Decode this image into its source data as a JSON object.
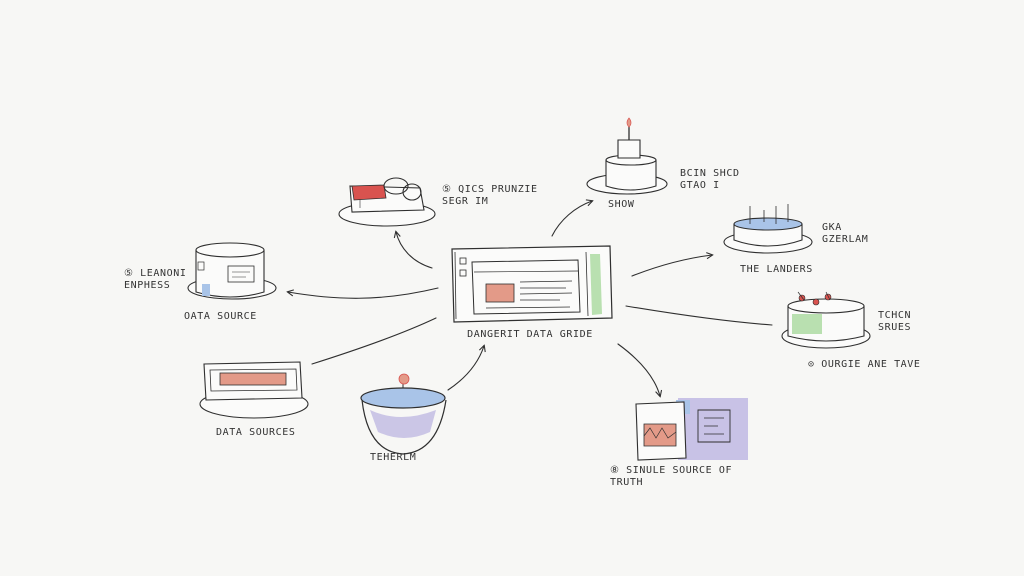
{
  "center": {
    "label": "DANGERIT DATA GRIDE"
  },
  "nodes": {
    "cake_left": {
      "label": "OATA SOURCE",
      "note": "⑤ LEANONI\nENPHESS"
    },
    "cake_top": {
      "label": "⑤ QICS PRUNZIE\nSEGR IM"
    },
    "cake_candle": {
      "label": "SHOW",
      "note": "BCIN SHCD\nGTAO I"
    },
    "pool": {
      "label": "THE LANDERS",
      "note": "GKA\nGZERLAM"
    },
    "cake_right": {
      "label": "⊙ OURGIE ANE TAVE",
      "note": "TCHCN\nSRUES"
    },
    "tray": {
      "label": "DATA SOURCES"
    },
    "bowl": {
      "label": "TEHERLM"
    },
    "monitor": {
      "label": "⑧ SINULE SOURCE OF\nTRUTH"
    }
  },
  "colors": {
    "ink": "#2f2f2f",
    "red": "#d9534f",
    "blue": "#a9c4e8",
    "green": "#b9e0b0",
    "purple": "#b8b0e0",
    "salmon": "#e39a88"
  }
}
